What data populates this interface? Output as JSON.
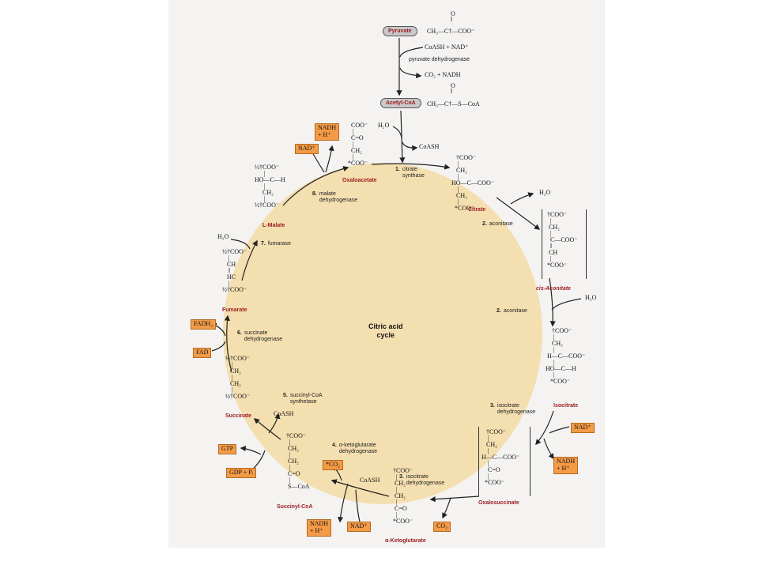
{
  "title": {
    "line1": "Citric acid",
    "line2": "cycle"
  },
  "entry": {
    "pyruvate_label": "Pyruvate",
    "pyruvate_formula": "CH₃—C†—COO⁻",
    "pyruvate_carbonyl": "O\n‖",
    "cofactors_in": "CoASH + NAD⁺",
    "pdh_enzyme": "pyruvate dehydrogenase",
    "cofactors_out": "CO₂ + NADH",
    "acetylcoa_label": "Acetyl-CoA",
    "acetylcoa_formula": "CH₃—C†—S—CoA",
    "acetylcoa_carbonyl": "O\n‖"
  },
  "steps": [
    {
      "num": "1.",
      "enzyme": "citrate\nsynthase"
    },
    {
      "num": "2.",
      "enzyme": "aconitase"
    },
    {
      "num": "2.",
      "enzyme": "aconitase"
    },
    {
      "num": "3.",
      "enzyme": "isocitrate\ndehydrogenase"
    },
    {
      "num": "3.",
      "enzyme": "isocitrate\ndehydrogenase"
    },
    {
      "num": "4.",
      "enzyme": "α-ketoglutarate\ndehydrogenase"
    },
    {
      "num": "5.",
      "enzyme": "succinyl-CoA\nsynthetase"
    },
    {
      "num": "6.",
      "enzyme": "succinate\ndehydrogenase"
    },
    {
      "num": "7.",
      "enzyme": "fumarase"
    },
    {
      "num": "8.",
      "enzyme": "malate\ndehydrogenase"
    }
  ],
  "metabolites": {
    "citrate": {
      "name": "Citrate",
      "struct": "   †COO⁻\n    |\n   CH₂\n    |\nHO—C—COO⁻\n    |\n   CH₂\n    |\n  *COO⁻"
    },
    "cis_aconitate": {
      "name": "cis-Aconitate",
      "struct": "†COO⁻\n  |\n CH₂\n  |\n  C—COO⁻\n  ‖\n CH\n  |\n*COO⁻"
    },
    "isocitrate": {
      "name": "Isocitrate",
      "struct": "    †COO⁻\n     |\n    CH₂\n     |\n H—C—COO⁻\n     |\nHO—C—H\n     |\n   *COO⁻"
    },
    "oxalosuccinate": {
      "name": "Oxalosuccinate",
      "struct": "   †COO⁻\n    |\n   CH₂\n    |\nH—C—COO⁻\n    |\n    C=O\n    |\n  *COO⁻"
    },
    "alpha_ketoglutarate": {
      "name": "α-Ketoglutarate",
      "struct": "†COO⁻\n  |\n CH₂\n  |\n CH₂\n  |\n C=O\n  |\n*COO⁻"
    },
    "succinyl_coa": {
      "name": "Succinyl-CoA",
      "struct": "†COO⁻\n  |\n CH₂\n  |\n CH₂\n  |\n C=O\n  |\n S—CoA"
    },
    "succinate": {
      "name": "Succinate",
      "struct": "½†COO⁻\n    |\n   CH₂\n    |\n   CH₂\n    |\n½†COO⁻"
    },
    "fumarate": {
      "name": "Fumarate",
      "struct": "½†COO⁻\n    |\n   CH\n    ‖\n   HC\n    |\n½†COO⁻"
    },
    "malate": {
      "name": "L-Malate",
      "struct": "½†COO⁻\n      |\nHO—C—H\n      |\n     CH₂\n      |\n½†COO⁻"
    },
    "oxaloacetate": {
      "name": "Oxaloacetate",
      "struct": "  COO⁻\n   |\n  C=O\n   |\n  CH₂\n   |\n*COO⁻"
    }
  },
  "side": {
    "h2o_1": "H₂O",
    "coash_1": "CoASH",
    "h2o_2": "H₂O",
    "h2o_3": "H₂O",
    "h2o_4": "H₂O",
    "coash_2": "CoASH",
    "coash_3": "CoASH"
  },
  "boxes": {
    "nad_1": "NAD⁺",
    "nadh_1": "NADH\n+ H⁺",
    "co2_1": "CO₂",
    "nad_2": "NAD⁺",
    "nadh_2": "NADH\n+ H⁺",
    "co2_2": "*CO₂",
    "gtp": "GTP",
    "gdp": "GDP + Pᵢ",
    "fadh2": "FADH₂",
    "fad": "FAD",
    "nad_3": "NAD⁺",
    "nadh_3": "NADH\n+ H⁺"
  },
  "colors": {
    "circle": "#f4dfb0",
    "box": "#f49b47",
    "name": "#9b1b1f",
    "oval": "#c9c9c9"
  }
}
